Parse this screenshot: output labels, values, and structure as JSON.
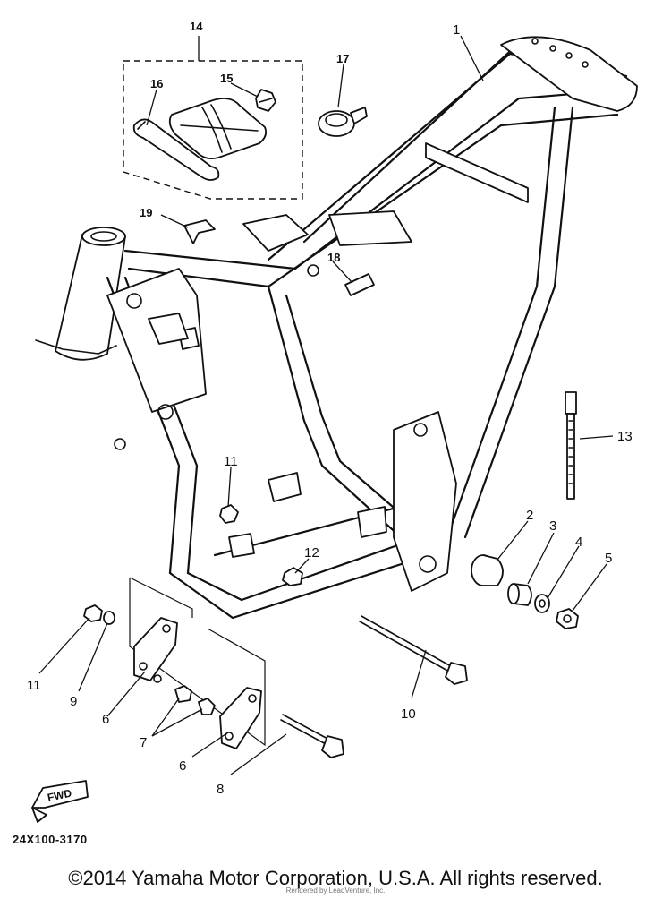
{
  "diagram": {
    "callouts": [
      {
        "id": "c1",
        "label": "1"
      },
      {
        "id": "c2",
        "label": "2"
      },
      {
        "id": "c3",
        "label": "3"
      },
      {
        "id": "c4",
        "label": "4"
      },
      {
        "id": "c5",
        "label": "5"
      },
      {
        "id": "c6a",
        "label": "6"
      },
      {
        "id": "c6b",
        "label": "6"
      },
      {
        "id": "c7",
        "label": "7"
      },
      {
        "id": "c8",
        "label": "8"
      },
      {
        "id": "c9",
        "label": "9"
      },
      {
        "id": "c10",
        "label": "10"
      },
      {
        "id": "c11a",
        "label": "11"
      },
      {
        "id": "c11b",
        "label": "11"
      },
      {
        "id": "c12",
        "label": "12"
      },
      {
        "id": "c13",
        "label": "13"
      },
      {
        "id": "c14",
        "label": "14"
      },
      {
        "id": "c15",
        "label": "15"
      },
      {
        "id": "c16",
        "label": "16"
      },
      {
        "id": "c17",
        "label": "17"
      },
      {
        "id": "c18",
        "label": "18"
      },
      {
        "id": "c19",
        "label": "19"
      }
    ],
    "fwd_label": "FWD",
    "diagram_code": "24X100-3170",
    "copyright": "©2014 Yamaha Motor Corporation, U.S.A. All rights reserved.",
    "watermark_credit": "Rendered by LeadVenture, Inc."
  }
}
